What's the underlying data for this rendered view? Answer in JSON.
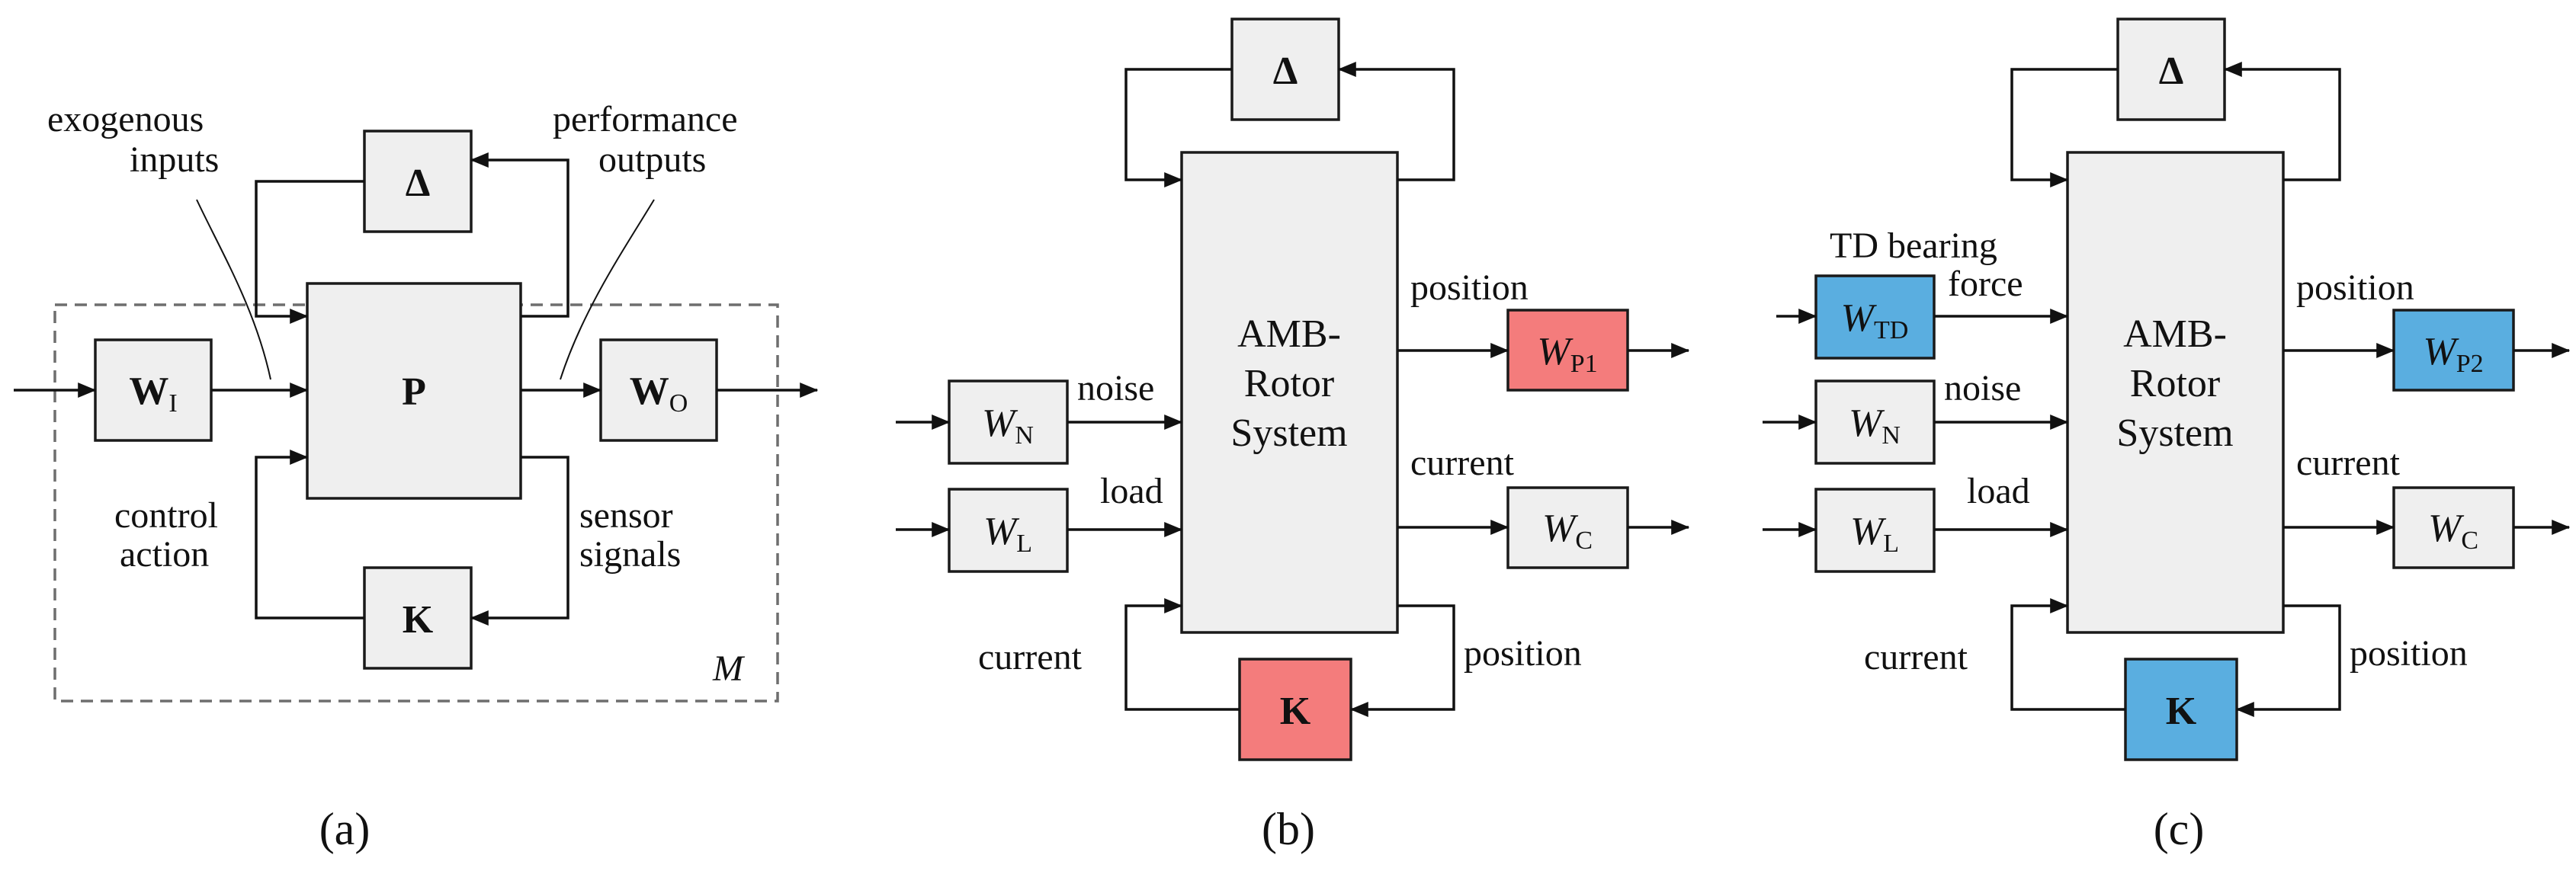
{
  "colors": {
    "block_fill": "#efefef",
    "highlight_b": "#f47c7c",
    "highlight_c": "#5aaee0",
    "line": "#111111",
    "dashed_frame": "#6e6e6e"
  },
  "panel_a": {
    "caption": "(a)",
    "delta": "Δ",
    "p": "P",
    "k": "K",
    "wi_main": "W",
    "wi_sub": "I",
    "wo_main": "W",
    "wo_sub": "O",
    "exogenous_line1": "exogenous",
    "exogenous_line2": "inputs",
    "performance_line1": "performance",
    "performance_line2": "outputs",
    "control_line1": "control",
    "control_line2": "action",
    "sensor_line1": "sensor",
    "sensor_line2": "signals",
    "m_label": "M"
  },
  "panel_b": {
    "caption": "(b)",
    "delta": "Δ",
    "system_line1": "AMB-",
    "system_line2": "Rotor",
    "system_line3": "System",
    "k": "K",
    "wn_main": "W",
    "wn_sub": "N",
    "wl_main": "W",
    "wl_sub": "L",
    "wp_main": "W",
    "wp_sub": "P1",
    "wc_main": "W",
    "wc_sub": "C",
    "noise": "noise",
    "load": "load",
    "position_out": "position",
    "current_out": "current",
    "current_fb": "current",
    "position_fb": "position"
  },
  "panel_c": {
    "caption": "(c)",
    "delta": "Δ",
    "system_line1": "AMB-",
    "system_line2": "Rotor",
    "system_line3": "System",
    "k": "K",
    "wtd_main": "W",
    "wtd_sub": "TD",
    "wn_main": "W",
    "wn_sub": "N",
    "wl_main": "W",
    "wl_sub": "L",
    "wp_main": "W",
    "wp_sub": "P2",
    "wc_main": "W",
    "wc_sub": "C",
    "td_line1": "TD bearing",
    "td_line2": "force",
    "noise": "noise",
    "load": "load",
    "position_out": "position",
    "current_out": "current",
    "current_fb": "current",
    "position_fb": "position"
  }
}
